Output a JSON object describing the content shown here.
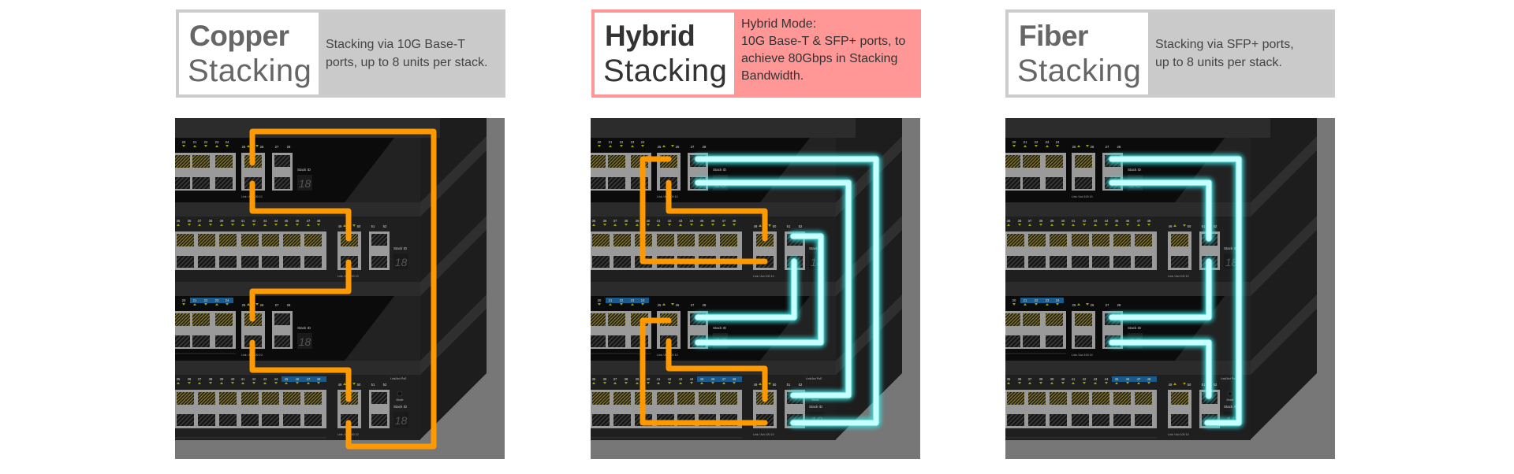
{
  "panels": [
    {
      "id": "copper",
      "title_bold": "Copper",
      "title_light": "Stacking",
      "description": [
        "Stacking via 10G Base-T",
        "ports, up to 8 units per stack."
      ]
    },
    {
      "id": "hybrid",
      "title_bold": "Hybrid",
      "title_light": "Stacking",
      "description": [
        "Hybrid Mode:",
        "10G Base-T & SFP+ ports, to",
        "achieve 80Gbps in Stacking",
        "Bandwidth."
      ]
    },
    {
      "id": "fiber",
      "title_bold": "Fiber",
      "title_light": "Stacking",
      "description": [
        "Stacking via SFP+ ports,",
        "up to 8 units per stack."
      ]
    }
  ],
  "switch": {
    "upper_port_labels": [
      "20",
      "21",
      "22",
      "23",
      "24"
    ],
    "upper_pair_labels": [
      "25",
      "26"
    ],
    "upper_sfp_labels": [
      "27",
      "28"
    ],
    "lower_port_labels": [
      "35",
      "36",
      "37",
      "38",
      "39",
      "40",
      "41",
      "42",
      "43",
      "44",
      "45",
      "46",
      "47",
      "48"
    ],
    "lower_pair_labels": [
      "49",
      "50"
    ],
    "lower_sfp_labels": [
      "51",
      "52"
    ],
    "stack_id_label": "Stack ID",
    "stack_id_value": "18",
    "legend": "Link / Act  100     10",
    "poe_label": "Link/Act PoE",
    "mode_label": "Mode"
  },
  "colors": {
    "copper_cable": "#ff9900",
    "fiber_cable": "#c8ffff",
    "fiber_glow": "#3fe6e6",
    "hybrid_accent": "#ff9797",
    "neutral_box": "#cacaca"
  }
}
